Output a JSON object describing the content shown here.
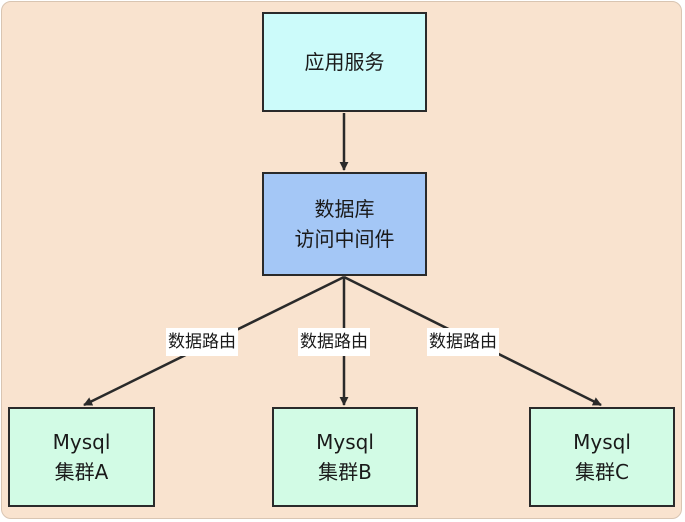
{
  "diagram": {
    "nodes": {
      "app": {
        "lines": [
          "应用服务"
        ]
      },
      "middleware": {
        "lines": [
          "数据库",
          "访问中间件"
        ]
      },
      "cluster_a": {
        "lines": [
          "Mysql",
          "集群A"
        ]
      },
      "cluster_b": {
        "lines": [
          "Mysql",
          "集群B"
        ]
      },
      "cluster_c": {
        "lines": [
          "Mysql",
          "集群C"
        ]
      }
    },
    "edges": [
      {
        "from": "app",
        "to": "middleware",
        "label": ""
      },
      {
        "from": "middleware",
        "to": "cluster_a",
        "label": "数据路由"
      },
      {
        "from": "middleware",
        "to": "cluster_b",
        "label": "数据路由"
      },
      {
        "from": "middleware",
        "to": "cluster_c",
        "label": "数据路由"
      }
    ],
    "colors": {
      "background": "#f9e3cf",
      "app_fill": "#ccfbfa",
      "middleware_fill": "#a4c7f6",
      "cluster_fill": "#d2fbe5",
      "stroke": "#2a2a2a"
    }
  }
}
